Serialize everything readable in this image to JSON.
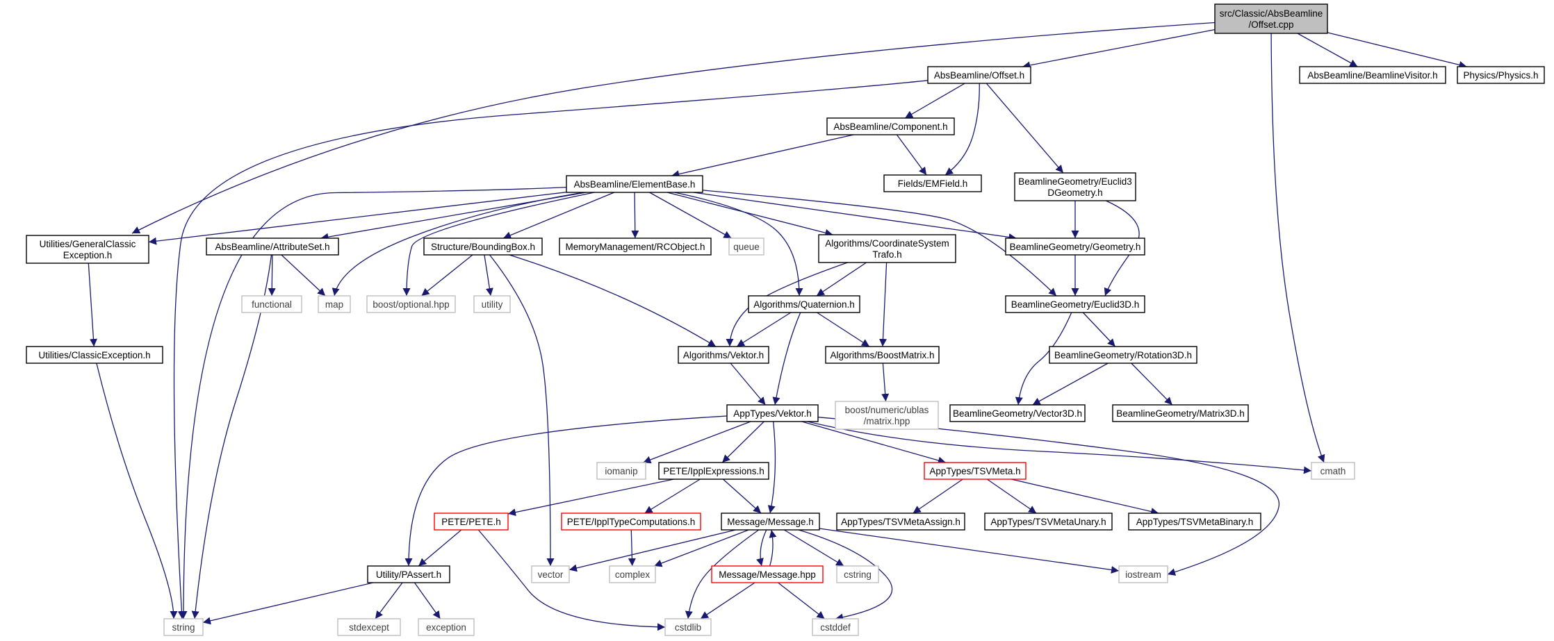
{
  "diagram": {
    "colors": {
      "edge": "#191970",
      "border_normal": "#000000",
      "border_external": "#bfbfbf",
      "border_truncated": "#ff0000",
      "root_fill": "#bfbfbf",
      "text_normal": "#000000",
      "text_external": "#404040"
    },
    "nodes": [
      {
        "id": "root",
        "lines": [
          "src/Classic/AbsBeamline",
          "/Offset.cpp"
        ],
        "kind": "root"
      },
      {
        "id": "offset_h",
        "lines": [
          "AbsBeamline/Offset.h"
        ],
        "kind": "normal"
      },
      {
        "id": "beamline_visitor",
        "lines": [
          "AbsBeamline/BeamlineVisitor.h"
        ],
        "kind": "normal"
      },
      {
        "id": "physics",
        "lines": [
          "Physics/Physics.h"
        ],
        "kind": "normal"
      },
      {
        "id": "component",
        "lines": [
          "AbsBeamline/Component.h"
        ],
        "kind": "normal"
      },
      {
        "id": "emfield",
        "lines": [
          "Fields/EMField.h"
        ],
        "kind": "normal"
      },
      {
        "id": "euclid3dgeom",
        "lines": [
          "BeamlineGeometry/Euclid3",
          "DGeometry.h"
        ],
        "kind": "normal"
      },
      {
        "id": "elementbase",
        "lines": [
          "AbsBeamline/ElementBase.h"
        ],
        "kind": "normal"
      },
      {
        "id": "genclassicexc",
        "lines": [
          "Utilities/GeneralClassic",
          "Exception.h"
        ],
        "kind": "normal"
      },
      {
        "id": "attributeset",
        "lines": [
          "AbsBeamline/AttributeSet.h"
        ],
        "kind": "normal"
      },
      {
        "id": "boundingbox",
        "lines": [
          "Structure/BoundingBox.h"
        ],
        "kind": "normal"
      },
      {
        "id": "rcobject",
        "lines": [
          "MemoryManagement/RCObject.h"
        ],
        "kind": "normal"
      },
      {
        "id": "queue",
        "lines": [
          "queue"
        ],
        "kind": "external"
      },
      {
        "id": "coordtrafo",
        "lines": [
          "Algorithms/CoordinateSystem",
          "Trafo.h"
        ],
        "kind": "normal"
      },
      {
        "id": "geometry",
        "lines": [
          "BeamlineGeometry/Geometry.h"
        ],
        "kind": "normal"
      },
      {
        "id": "functional",
        "lines": [
          "functional"
        ],
        "kind": "external"
      },
      {
        "id": "map",
        "lines": [
          "map"
        ],
        "kind": "external"
      },
      {
        "id": "boostoptional",
        "lines": [
          "boost/optional.hpp"
        ],
        "kind": "external"
      },
      {
        "id": "utility",
        "lines": [
          "utility"
        ],
        "kind": "external"
      },
      {
        "id": "quaternion",
        "lines": [
          "Algorithms/Quaternion.h"
        ],
        "kind": "normal"
      },
      {
        "id": "euclid3d",
        "lines": [
          "BeamlineGeometry/Euclid3D.h"
        ],
        "kind": "normal"
      },
      {
        "id": "classicexc",
        "lines": [
          "Utilities/ClassicException.h"
        ],
        "kind": "normal"
      },
      {
        "id": "algvektor",
        "lines": [
          "Algorithms/Vektor.h"
        ],
        "kind": "normal"
      },
      {
        "id": "boostmatrix",
        "lines": [
          "Algorithms/BoostMatrix.h"
        ],
        "kind": "normal"
      },
      {
        "id": "rotation3d",
        "lines": [
          "BeamlineGeometry/Rotation3D.h"
        ],
        "kind": "normal"
      },
      {
        "id": "ublas",
        "lines": [
          "boost/numeric/ublas",
          "/matrix.hpp"
        ],
        "kind": "external"
      },
      {
        "id": "vector3d",
        "lines": [
          "BeamlineGeometry/Vector3D.h"
        ],
        "kind": "normal"
      },
      {
        "id": "matrix3d",
        "lines": [
          "BeamlineGeometry/Matrix3D.h"
        ],
        "kind": "normal"
      },
      {
        "id": "appvektor",
        "lines": [
          "AppTypes/Vektor.h"
        ],
        "kind": "normal"
      },
      {
        "id": "iomanip",
        "lines": [
          "iomanip"
        ],
        "kind": "external"
      },
      {
        "id": "ipplexpr",
        "lines": [
          "PETE/IpplExpressions.h"
        ],
        "kind": "normal"
      },
      {
        "id": "tsvmeta",
        "lines": [
          "AppTypes/TSVMeta.h"
        ],
        "kind": "truncated"
      },
      {
        "id": "cmath",
        "lines": [
          "cmath"
        ],
        "kind": "external"
      },
      {
        "id": "tsvassign",
        "lines": [
          "AppTypes/TSVMetaAssign.h"
        ],
        "kind": "normal"
      },
      {
        "id": "tsvunary",
        "lines": [
          "AppTypes/TSVMetaUnary.h"
        ],
        "kind": "normal"
      },
      {
        "id": "tsvbinary",
        "lines": [
          "AppTypes/TSVMetaBinary.h"
        ],
        "kind": "normal"
      },
      {
        "id": "pete",
        "lines": [
          "PETE/PETE.h"
        ],
        "kind": "truncated"
      },
      {
        "id": "typecomp",
        "lines": [
          "PETE/IpplTypeComputations.h"
        ],
        "kind": "truncated"
      },
      {
        "id": "message_h",
        "lines": [
          "Message/Message.h"
        ],
        "kind": "normal"
      },
      {
        "id": "passert",
        "lines": [
          "Utility/PAssert.h"
        ],
        "kind": "normal"
      },
      {
        "id": "vector",
        "lines": [
          "vector"
        ],
        "kind": "external"
      },
      {
        "id": "complex",
        "lines": [
          "complex"
        ],
        "kind": "external"
      },
      {
        "id": "message_hpp",
        "lines": [
          "Message/Message.hpp"
        ],
        "kind": "truncated"
      },
      {
        "id": "cstring",
        "lines": [
          "cstring"
        ],
        "kind": "external"
      },
      {
        "id": "iostream",
        "lines": [
          "iostream"
        ],
        "kind": "external"
      },
      {
        "id": "string",
        "lines": [
          "string"
        ],
        "kind": "external"
      },
      {
        "id": "stdexcept",
        "lines": [
          "stdexcept"
        ],
        "kind": "external"
      },
      {
        "id": "exception",
        "lines": [
          "exception"
        ],
        "kind": "external"
      },
      {
        "id": "cstdlib",
        "lines": [
          "cstdlib"
        ],
        "kind": "external"
      },
      {
        "id": "cstddef",
        "lines": [
          "cstddef"
        ],
        "kind": "external"
      }
    ],
    "edges": [
      [
        "root",
        "offset_h"
      ],
      [
        "root",
        "beamline_visitor"
      ],
      [
        "root",
        "physics"
      ],
      [
        "root",
        "genclassicexc"
      ],
      [
        "root",
        "cmath"
      ],
      [
        "offset_h",
        "component"
      ],
      [
        "offset_h",
        "emfield"
      ],
      [
        "offset_h",
        "euclid3dgeom"
      ],
      [
        "offset_h",
        "string"
      ],
      [
        "component",
        "elementbase"
      ],
      [
        "component",
        "emfield"
      ],
      [
        "euclid3dgeom",
        "geometry"
      ],
      [
        "euclid3dgeom",
        "euclid3d"
      ],
      [
        "elementbase",
        "genclassicexc"
      ],
      [
        "elementbase",
        "attributeset"
      ],
      [
        "elementbase",
        "boundingbox"
      ],
      [
        "elementbase",
        "rcobject"
      ],
      [
        "elementbase",
        "queue"
      ],
      [
        "elementbase",
        "coordtrafo"
      ],
      [
        "elementbase",
        "geometry"
      ],
      [
        "elementbase",
        "map"
      ],
      [
        "elementbase",
        "boostoptional"
      ],
      [
        "elementbase",
        "string"
      ],
      [
        "elementbase",
        "quaternion"
      ],
      [
        "elementbase",
        "euclid3d"
      ],
      [
        "genclassicexc",
        "classicexc"
      ],
      [
        "classicexc",
        "string"
      ],
      [
        "attributeset",
        "functional"
      ],
      [
        "attributeset",
        "map"
      ],
      [
        "attributeset",
        "string"
      ],
      [
        "boundingbox",
        "boostoptional"
      ],
      [
        "boundingbox",
        "utility"
      ],
      [
        "boundingbox",
        "algvektor"
      ],
      [
        "boundingbox",
        "vector"
      ],
      [
        "coordtrafo",
        "quaternion"
      ],
      [
        "coordtrafo",
        "algvektor"
      ],
      [
        "coordtrafo",
        "boostmatrix"
      ],
      [
        "geometry",
        "euclid3d"
      ],
      [
        "quaternion",
        "algvektor"
      ],
      [
        "quaternion",
        "boostmatrix"
      ],
      [
        "quaternion",
        "appvektor"
      ],
      [
        "euclid3d",
        "rotation3d"
      ],
      [
        "euclid3d",
        "vector3d"
      ],
      [
        "rotation3d",
        "vector3d"
      ],
      [
        "rotation3d",
        "matrix3d"
      ],
      [
        "algvektor",
        "appvektor"
      ],
      [
        "boostmatrix",
        "ublas"
      ],
      [
        "appvektor",
        "iomanip"
      ],
      [
        "appvektor",
        "ipplexpr"
      ],
      [
        "appvektor",
        "tsvmeta"
      ],
      [
        "appvektor",
        "cmath"
      ],
      [
        "appvektor",
        "message_h"
      ],
      [
        "appvektor",
        "passert"
      ],
      [
        "appvektor",
        "iostream"
      ],
      [
        "tsvmeta",
        "tsvassign"
      ],
      [
        "tsvmeta",
        "tsvunary"
      ],
      [
        "tsvmeta",
        "tsvbinary"
      ],
      [
        "ipplexpr",
        "pete"
      ],
      [
        "ipplexpr",
        "typecomp"
      ],
      [
        "ipplexpr",
        "message_h"
      ],
      [
        "pete",
        "passert"
      ],
      [
        "pete",
        "cstdlib"
      ],
      [
        "typecomp",
        "complex"
      ],
      [
        "message_h",
        "vector"
      ],
      [
        "message_h",
        "complex"
      ],
      [
        "message_h",
        "message_hpp"
      ],
      [
        "message_h",
        "cstring"
      ],
      [
        "message_h",
        "iostream"
      ],
      [
        "message_h",
        "cstdlib"
      ],
      [
        "message_h",
        "cstddef"
      ],
      [
        "message_hpp",
        "message_h"
      ],
      [
        "message_hpp",
        "cstdlib"
      ],
      [
        "message_hpp",
        "cstddef"
      ],
      [
        "passert",
        "string"
      ],
      [
        "passert",
        "stdexcept"
      ],
      [
        "passert",
        "exception"
      ]
    ]
  }
}
